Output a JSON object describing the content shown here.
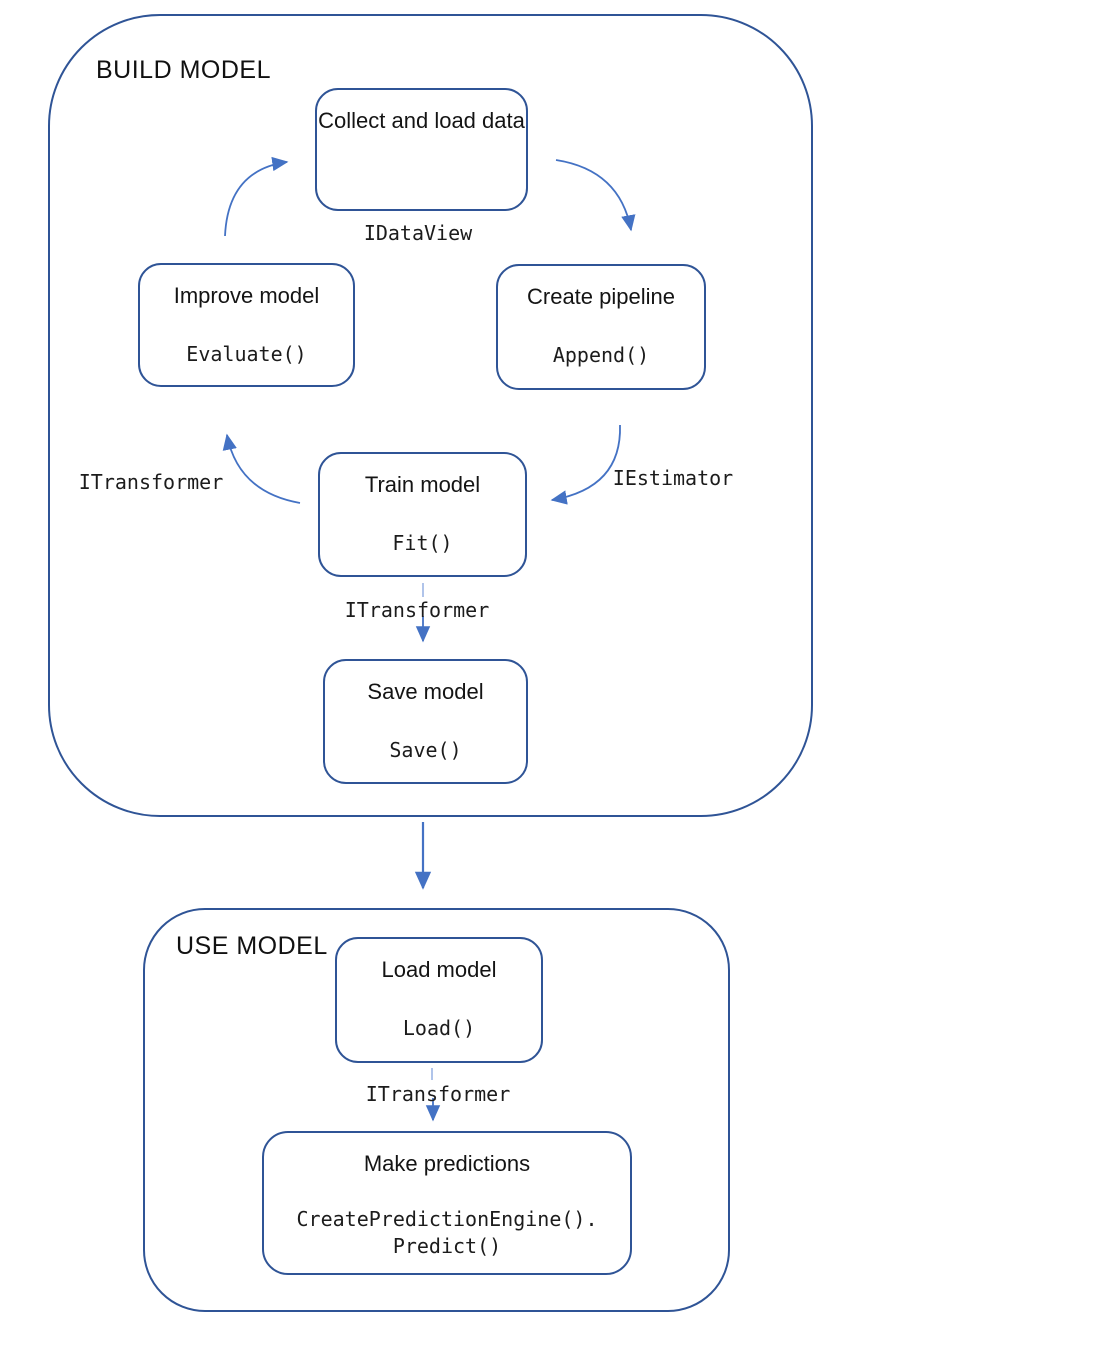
{
  "colors": {
    "box_border": "#2f5496",
    "arrow": "#4472c4",
    "connector_tick": "#9db6e4",
    "text": "#1b1b1b"
  },
  "build": {
    "label": "BUILD MODEL",
    "nodes": {
      "collect": {
        "title": "Collect and load data"
      },
      "improve": {
        "title": "Improve model",
        "code": "Evaluate()"
      },
      "create": {
        "title": "Create pipeline",
        "code": "Append()"
      },
      "train": {
        "title": "Train model",
        "code": "Fit()"
      },
      "save": {
        "title": "Save model",
        "code": "Save()"
      }
    },
    "edges": {
      "idataview": "IDataView",
      "iestimator": "IEstimator",
      "itransformer_cycle": "ITransformer",
      "itransformer_save": "ITransformer"
    }
  },
  "use": {
    "label": "USE MODEL",
    "nodes": {
      "load": {
        "title": "Load model",
        "code": "Load()"
      },
      "predict": {
        "title": "Make predictions",
        "code": "CreatePredictionEngine().\nPredict()"
      }
    },
    "edges": {
      "itransformer": "ITransformer"
    }
  }
}
